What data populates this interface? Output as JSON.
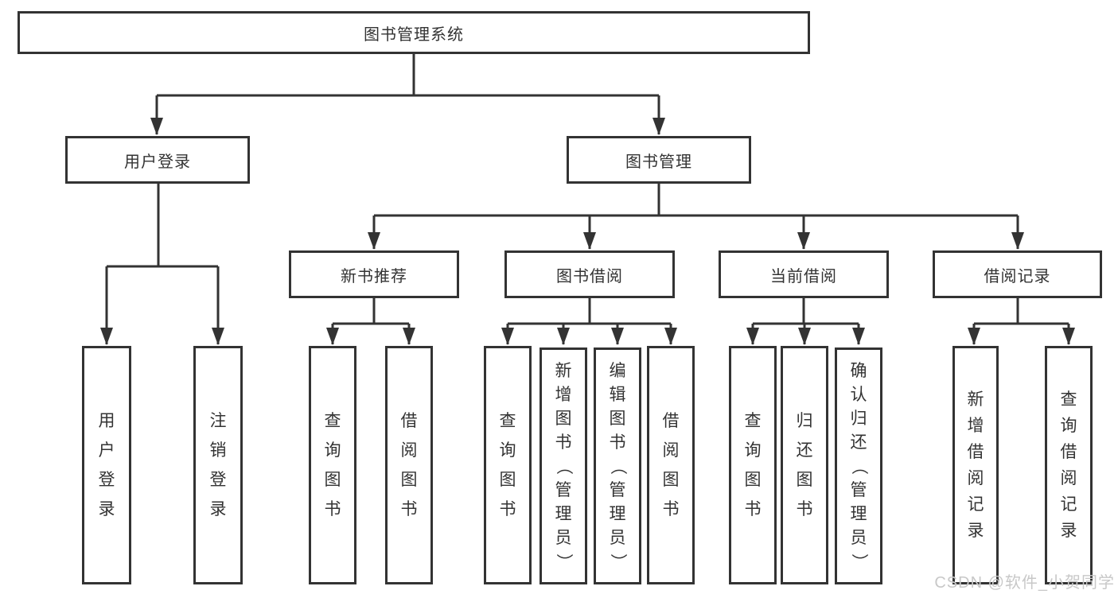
{
  "colors": {
    "line": "#333333",
    "text": "#333333",
    "watermark": "#c8c8c8",
    "background": "#ffffff"
  },
  "watermark": {
    "text": "CSDN @软件_小贺同学"
  },
  "tree": {
    "root": {
      "label": "图书管理系统",
      "children": [
        {
          "label": "用户登录",
          "children": [
            {
              "label": "用户登录"
            },
            {
              "label": "注销登录"
            }
          ]
        },
        {
          "label": "图书管理",
          "children": [
            {
              "label": "新书推荐",
              "children": [
                {
                  "label": "查询图书"
                },
                {
                  "label": "借阅图书"
                }
              ]
            },
            {
              "label": "图书借阅",
              "children": [
                {
                  "label": "查询图书"
                },
                {
                  "label": "新增图书（管理员）"
                },
                {
                  "label": "编辑图书（管理员）"
                },
                {
                  "label": "借阅图书"
                }
              ]
            },
            {
              "label": "当前借阅",
              "children": [
                {
                  "label": "查询图书"
                },
                {
                  "label": "归还图书"
                },
                {
                  "label": "确认归还（管理员）"
                }
              ]
            },
            {
              "label": "借阅记录",
              "children": [
                {
                  "label": "新增借阅记录"
                },
                {
                  "label": "查询借阅记录"
                }
              ]
            }
          ]
        }
      ]
    }
  }
}
